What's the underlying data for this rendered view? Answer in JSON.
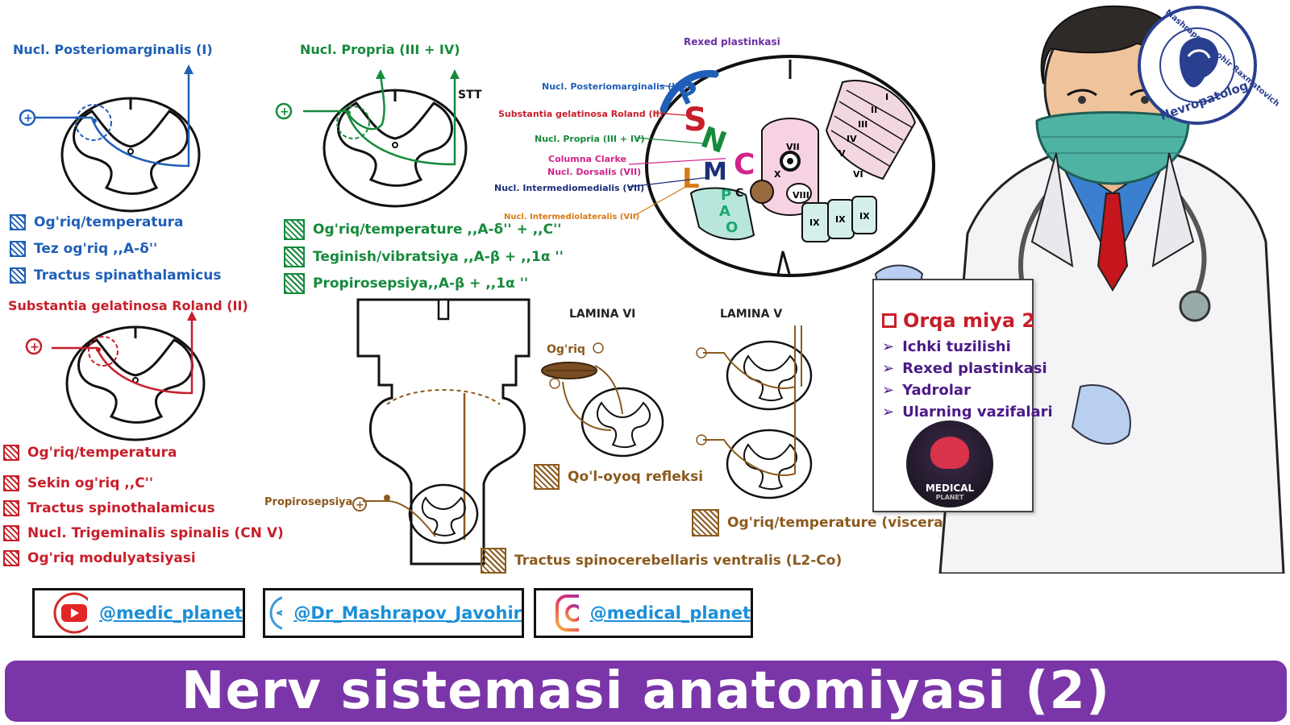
{
  "panel1": {
    "title": "Nucl. Posteriomarginalis (I)",
    "items": [
      "Og'riq/temperatura",
      "Tez og'riq ,,A-δ''",
      "Tractus spinathalamicus"
    ],
    "color": "#1f5fb8"
  },
  "panel2": {
    "title": "Substantia gelatinosa Roland (II)",
    "items": [
      "Og'riq/temperatura",
      "Sekin og'riq ,,C''",
      "Tractus spinothalamicus",
      "Nucl. Trigeminalis spinalis (CN V)",
      "Og'riq modulyatsiyasi"
    ],
    "color": "#c81e2a"
  },
  "panel3": {
    "title": "Nucl. Propria (III + IV)",
    "stt_label": "STT",
    "items": [
      "Og'riq/temperature ,,A-δ'' + ,,C''",
      "Teginish/vibratsiya ,,A-β + ,,1α ''",
      "Propirosepsiya,,A-β + ,,1α ''"
    ],
    "color": "#168a3c"
  },
  "rexed": {
    "title": "Rexed plastinkasi",
    "labels": [
      {
        "text": "Nucl. Posteriomarginalis (I)",
        "color": "#1f5fb8"
      },
      {
        "text": "Substantia gelatinosa Roland (II)",
        "color": "#c81e2a"
      },
      {
        "text": "Nucl. Propria (III + IV)",
        "color": "#168a3c"
      },
      {
        "text": "Columna Clarke",
        "color": "#d1238a"
      },
      {
        "text": "Nucl. Dorsalis (VII)",
        "color": "#d1238a"
      },
      {
        "text": "Nucl. Intermediomedialis (VII)",
        "color": "#1d2f7a"
      },
      {
        "text": "Nucl. Intermediolateralis (VII)",
        "color": "#d87a16"
      }
    ],
    "letters": [
      "P",
      "S",
      "N",
      "C",
      "L",
      "M",
      "C",
      "P",
      "A",
      "O"
    ],
    "lamina_numerals": [
      "I",
      "II",
      "III",
      "IV",
      "V",
      "VI",
      "VII",
      "VIII",
      "IX",
      "IX",
      "IX",
      "X"
    ]
  },
  "lower": {
    "propirosepsiya": "Propirosepsiya",
    "lamina6_title": "LAMINA VI",
    "lamina5_title": "LAMINA V",
    "ogriq": "Og'riq",
    "reflex": "Qo'l-oyoq refleksi",
    "visceral": "Og'riq/temperature (visceral",
    "scv": "Tractus spinocerebellaris ventralis (L2-Co)",
    "color": "#8b5a1e"
  },
  "board": {
    "title": "Orqa miya 2",
    "items": [
      "Ichki tuzilishi",
      "Rexed plastinkasi",
      "Yadrolar",
      "Ularning vazifalari"
    ],
    "badge_line1": "MEDICAL",
    "badge_line2": "PLANET"
  },
  "seal": {
    "top_text": "Mashrapov Javohir Raxmatovich",
    "bottom_text": "Nevropatolog"
  },
  "social": {
    "youtube": "@medic_planet",
    "telegram": "@Dr_Mashrapov_Javohir",
    "instagram": "@medical_planet"
  },
  "banner_title": "Nerv sistemasi anatomiyasi (2)",
  "colors": {
    "blue": "#1f5fb8",
    "red": "#c81e2a",
    "green": "#168a3c",
    "brown": "#8b5a1e",
    "purple_banner": "#7a36a8"
  }
}
